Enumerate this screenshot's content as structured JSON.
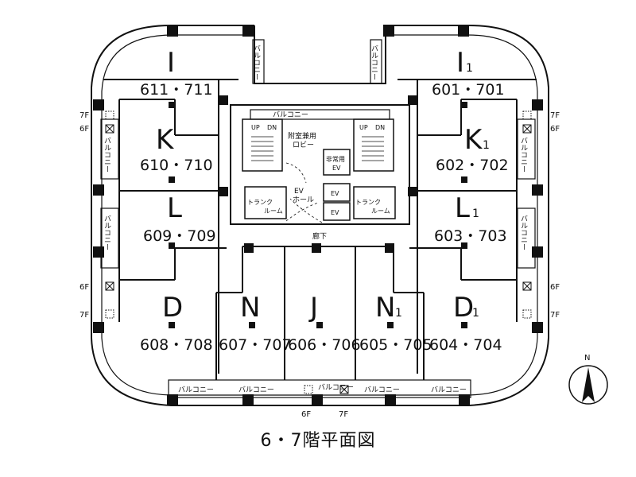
{
  "caption": "6・7階平面図",
  "units": {
    "I": {
      "letter": "I",
      "sub": "",
      "rooms": "611・711"
    },
    "I1": {
      "letter": "I",
      "sub": "1",
      "rooms": "601・701"
    },
    "K": {
      "letter": "K",
      "sub": "",
      "rooms": "610・710"
    },
    "K1": {
      "letter": "K",
      "sub": "1",
      "rooms": "602・702"
    },
    "L": {
      "letter": "L",
      "sub": "",
      "rooms": "609・709"
    },
    "L1": {
      "letter": "L",
      "sub": "1",
      "rooms": "603・703"
    },
    "D": {
      "letter": "D",
      "sub": "",
      "rooms": "608・708"
    },
    "D1": {
      "letter": "D",
      "sub": "1",
      "rooms": "604・704"
    },
    "N": {
      "letter": "N",
      "sub": "",
      "rooms": "607・707"
    },
    "J": {
      "letter": "J",
      "sub": "",
      "rooms": "606・706"
    },
    "N1": {
      "letter": "N",
      "sub": "1",
      "rooms": "605・705"
    }
  },
  "labels": {
    "balcony": "バルコニー",
    "corridor": "廊下",
    "lobby_line1": "附室兼用",
    "lobby_line2": "ロビー",
    "emergency_ev_line1": "非常用",
    "emergency_ev_line2": "EV",
    "ev": "EV",
    "ev_hall_line1": "EV",
    "ev_hall_line2": "ホール",
    "trunk_line1": "トランク",
    "trunk_line2": "ルーム",
    "up": "UP",
    "dn": "DN",
    "floor_6f": "6F",
    "floor_7f": "7F",
    "compass": "N"
  }
}
